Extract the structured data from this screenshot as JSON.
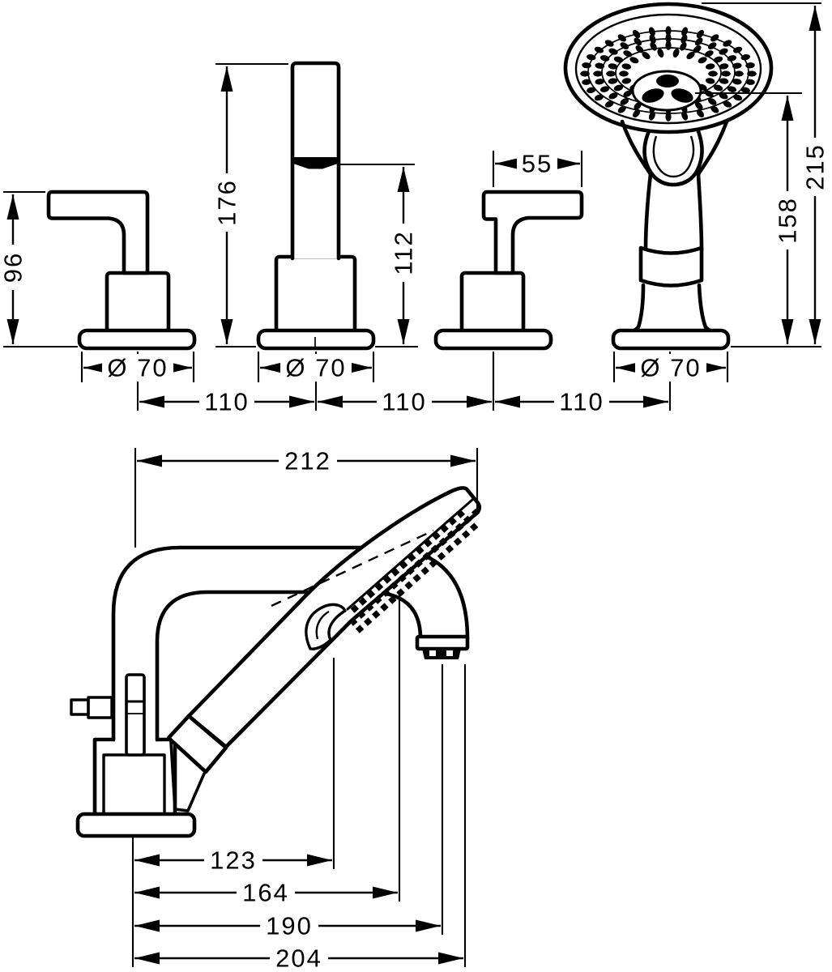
{
  "meta": {
    "type": "technical-dimension-drawing",
    "subject": "4-hole rim-mounted bath mixer with hand shower, front and side elevation",
    "views": [
      "front-elevation",
      "side-elevation"
    ]
  },
  "colors": {
    "line": "#000000",
    "background": "#ffffff"
  },
  "views": {
    "front": {
      "dims": {
        "d96": "96",
        "d176": "176",
        "d112": "112",
        "d55": "55",
        "d158": "158",
        "d215": "215",
        "dia70": "Ø 70",
        "d110": "110"
      }
    },
    "side": {
      "dims": {
        "d212": "212",
        "d123": "123",
        "d164": "164",
        "d190": "190",
        "d204": "204"
      }
    }
  }
}
